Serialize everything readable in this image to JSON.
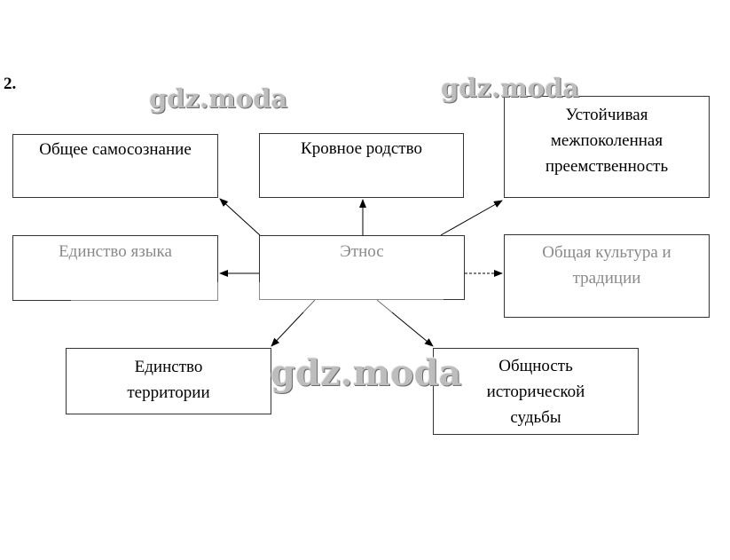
{
  "task_number": "2.",
  "watermarks": [
    "gdz.moda",
    "gdz.moda",
    "gdz.moda"
  ],
  "center": "Этнос",
  "boxes": {
    "self_awareness": "Общее самосознание",
    "blood_kinship": "Кровное родство",
    "continuity": [
      "Устойчивая",
      "межпоколенная",
      "преемственность"
    ],
    "language": "Единство языка",
    "culture": [
      "Общая культура и",
      "традиции"
    ],
    "territory": [
      "Единство",
      "территории"
    ],
    "history": [
      "Общность",
      "исторической",
      "судьбы"
    ]
  }
}
